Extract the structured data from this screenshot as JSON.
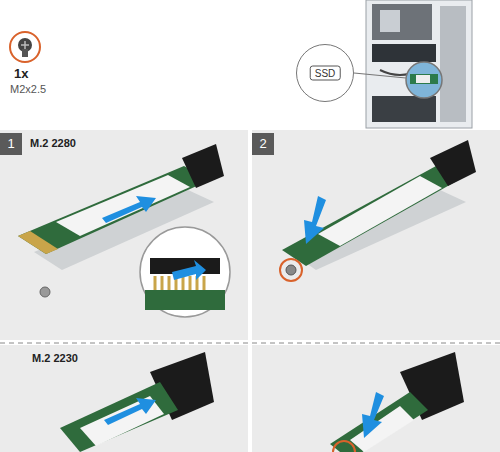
{
  "diagram": {
    "nodes": [
      {
        "text": [
          "SSD"
        ]
      },
      {
        "text": [
          "1",
          "M.2 2280"
        ]
      },
      {
        "text": [
          "2"
        ]
      }
    ],
    "labels": [
      "1x",
      "M2x2.5",
      "M.2 2230"
    ]
  }
}
